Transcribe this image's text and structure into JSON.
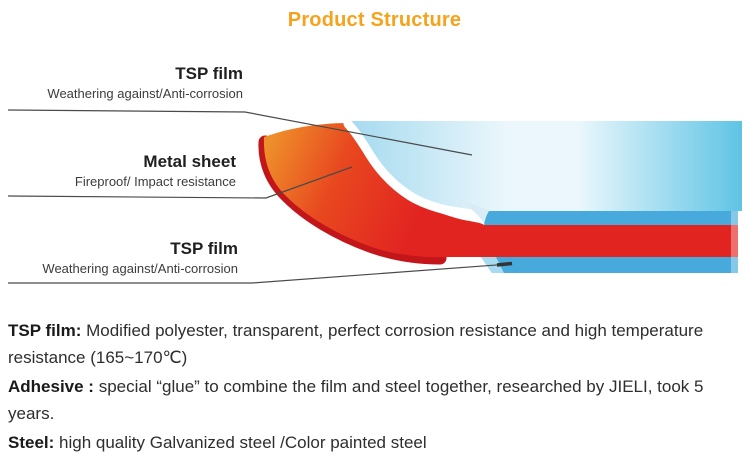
{
  "title": "Product Structure",
  "colors": {
    "title": "#F7A21C",
    "film_blue": "#47A9DC",
    "film_blue_light": "#A9DBF0",
    "film_surface_left": "#A5DAEF",
    "film_surface_mid": "#EBF7FC",
    "film_surface_right": "#5FC4E5",
    "metal_orange": "#EE8F2A",
    "metal_mid_red": "#E8481F",
    "metal_red": "#E22421",
    "metal_dark_red": "#C3161B",
    "fold_highlight": "#D8ECF5",
    "leader_line": "#4A4A4A",
    "leader_tick": "#333333"
  },
  "labels": [
    {
      "title": "TSP film",
      "subtitle": "Weathering against/Anti-corrosion"
    },
    {
      "title": "Metal sheet",
      "subtitle": "Fireproof/ Impact resistance"
    },
    {
      "title": "TSP film",
      "subtitle": "Weathering against/Anti-corrosion"
    }
  ],
  "description": [
    {
      "term": "TSP film:",
      "text": " Modified polyester, transparent, perfect corrosion resistance and high temperature resistance (165~170℃)"
    },
    {
      "term": "Adhesive :",
      "text": " special “glue” to combine the film and steel together, researched by JIELI, took 5 years."
    },
    {
      "term": "Steel:",
      "text": " high quality Galvanized steel /Color painted steel"
    }
  ]
}
